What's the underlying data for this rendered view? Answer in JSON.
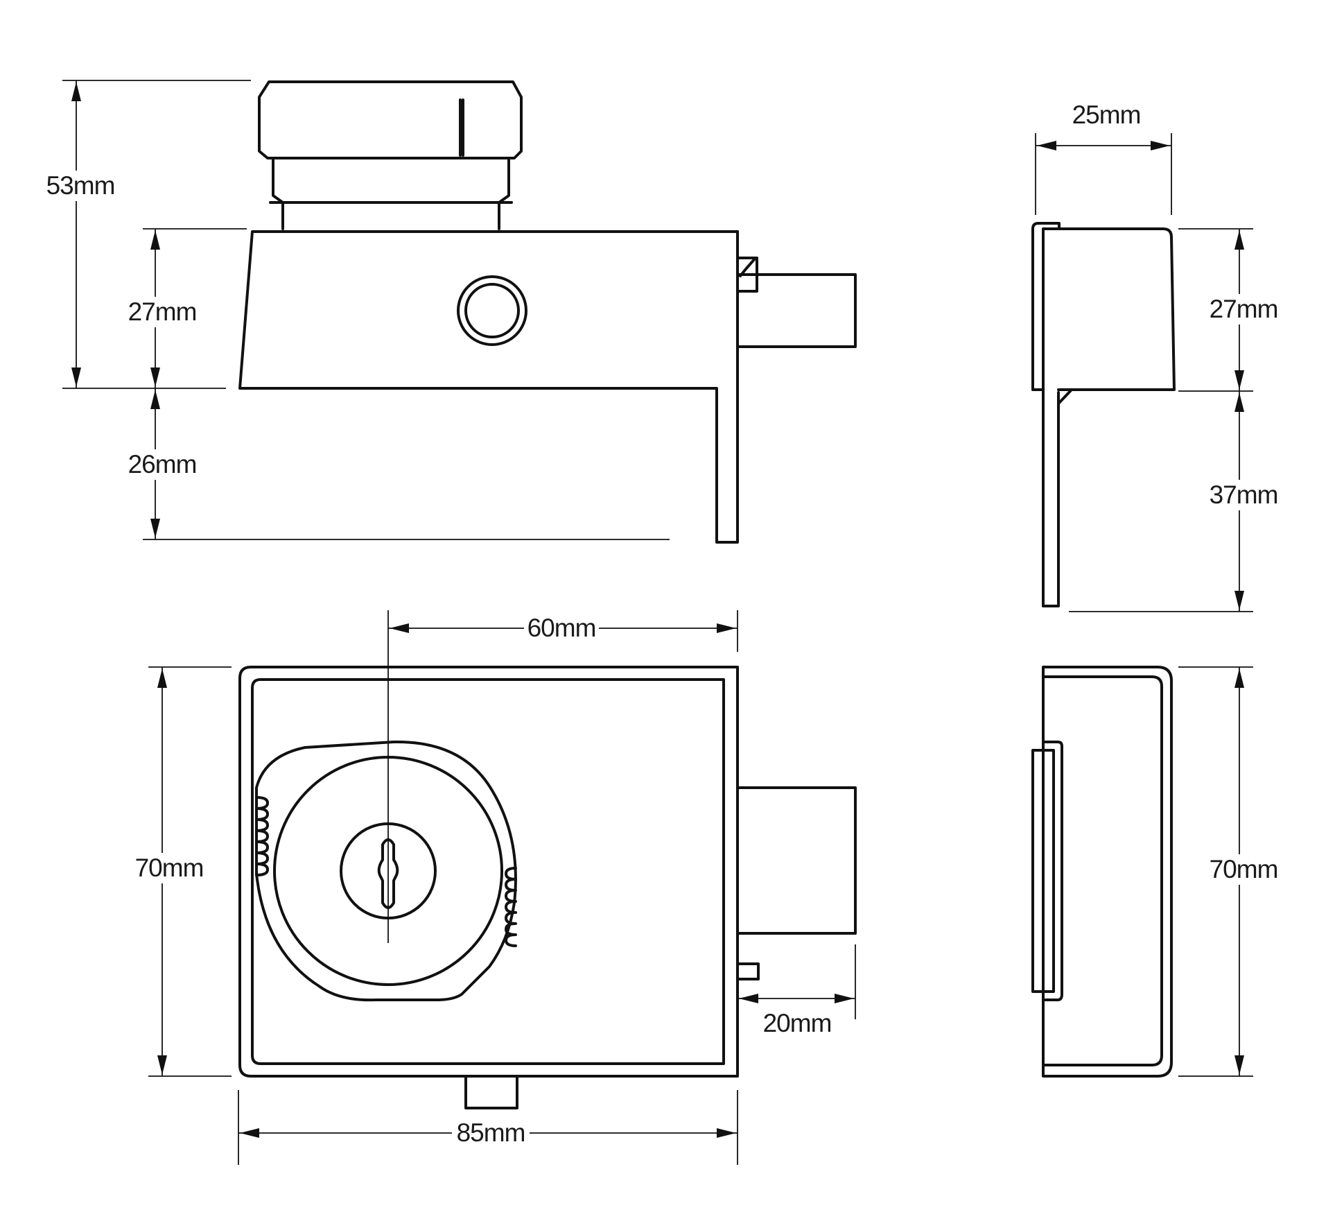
{
  "dimensions": {
    "overall_height": "53mm",
    "case_height": "27mm",
    "staple_drop": "26mm",
    "side_depth": "25mm",
    "side_case_height": "27mm",
    "side_flange_height": "37mm",
    "backset": "60mm",
    "front_height": "70mm",
    "bolt_throw": "20mm",
    "front_width": "85mm",
    "side_front_height": "70mm"
  },
  "colors": {
    "line": "#111111",
    "background": "#ffffff"
  }
}
